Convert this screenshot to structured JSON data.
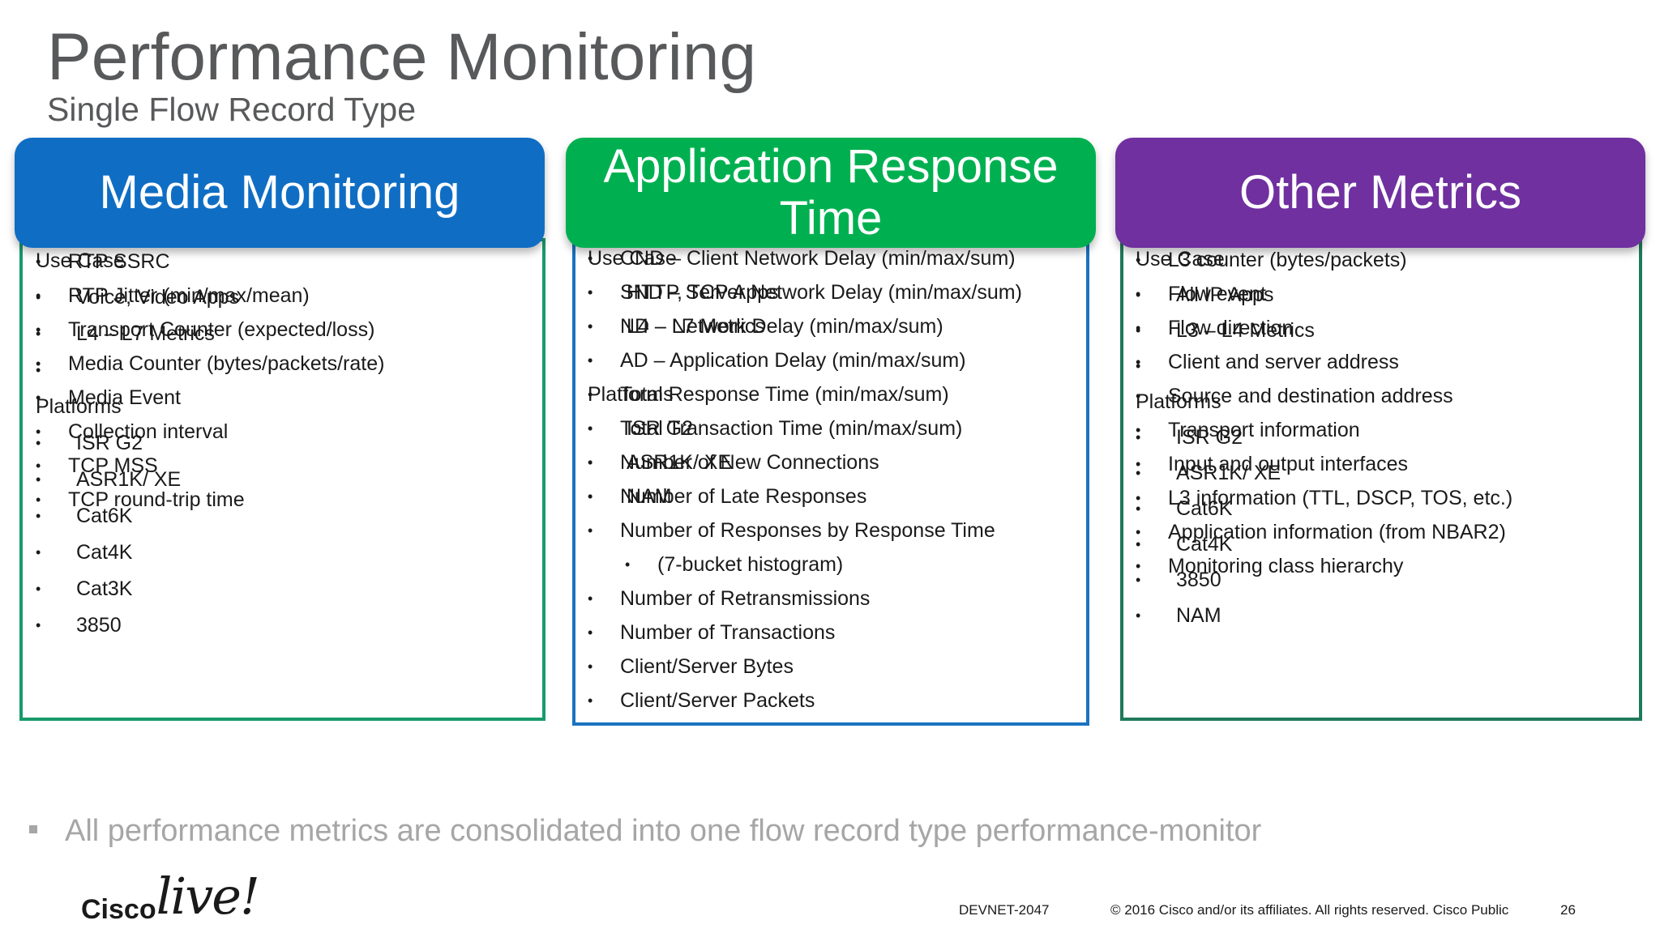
{
  "slide": {
    "title": "Performance Monitoring",
    "subtitle": "Single Flow Record Type"
  },
  "colors": {
    "media_header": "#0f6ec4",
    "art_header": "#00b050",
    "other_header": "#7030a0",
    "title_gray": "#58595b",
    "note_gray": "#a6a6a6"
  },
  "panels": [
    {
      "header": "Media Monitoring",
      "usecase_layer": [
        {
          "text": "Use Case",
          "kind": "label"
        },
        {
          "text": "Voice, Video Apps",
          "kind": "bullet"
        },
        {
          "text": "L4 – L7 Metrics",
          "kind": "bullet"
        },
        {
          "text": "",
          "kind": "bullet"
        },
        {
          "text": "Platforms",
          "kind": "label"
        },
        {
          "text": "ISR G2",
          "kind": "bullet"
        },
        {
          "text": "ASR1K/ XE",
          "kind": "bullet"
        },
        {
          "text": "Cat6K",
          "kind": "bullet"
        },
        {
          "text": "Cat4K",
          "kind": "bullet"
        },
        {
          "text": "Cat3K",
          "kind": "bullet"
        },
        {
          "text": "3850",
          "kind": "bullet"
        }
      ],
      "metrics_layer": [
        {
          "text": "RTP SSRC",
          "kind": "bullet"
        },
        {
          "text": "RTP Jitter (min/max/mean)",
          "kind": "bullet"
        },
        {
          "text": "Transport Counter (expected/loss)",
          "kind": "bullet"
        },
        {
          "text": "Media Counter (bytes/packets/rate)",
          "kind": "bullet"
        },
        {
          "text": "Media Event",
          "kind": "bullet"
        },
        {
          "text": "Collection interval",
          "kind": "bullet"
        },
        {
          "text": "TCP MSS",
          "kind": "bullet"
        },
        {
          "text": "TCP round-trip time",
          "kind": "bullet"
        }
      ]
    },
    {
      "header": "Application Response Time",
      "usecase_layer": [
        {
          "text": "Use Case",
          "kind": "label"
        },
        {
          "text": "HTTP, TCP Apps",
          "kind": "bullet"
        },
        {
          "text": "L4 – L7 Metrics",
          "kind": "bullet"
        },
        {
          "text": "",
          "kind": "bullet"
        },
        {
          "text": "Platforms",
          "kind": "label"
        },
        {
          "text": "ISR G2",
          "kind": "bullet"
        },
        {
          "text": "ASR1K/ XE",
          "kind": "bullet"
        },
        {
          "text": "NAM",
          "kind": "bullet"
        }
      ],
      "metrics_layer": [
        {
          "text": "CND – Client Network Delay (min/max/sum)",
          "kind": "bullet"
        },
        {
          "text": "SND – Server Network Delay (min/max/sum)",
          "kind": "bullet"
        },
        {
          "text": "ND – Network Delay (min/max/sum)",
          "kind": "bullet"
        },
        {
          "text": "AD – Application Delay (min/max/sum)",
          "kind": "bullet"
        },
        {
          "text": "Total Response Time (min/max/sum)",
          "kind": "bullet"
        },
        {
          "text": "Total Transaction Time (min/max/sum)",
          "kind": "bullet"
        },
        {
          "text": "Number of New Connections",
          "kind": "bullet"
        },
        {
          "text": "Number of Late Responses",
          "kind": "bullet"
        },
        {
          "text": "Number of Responses by Response Time",
          "kind": "bullet"
        },
        {
          "text": "(7-bucket histogram)",
          "kind": "sub"
        },
        {
          "text": "Number of Retransmissions",
          "kind": "bullet"
        },
        {
          "text": "Number of Transactions",
          "kind": "bullet"
        },
        {
          "text": "Client/Server Bytes",
          "kind": "bullet"
        },
        {
          "text": "Client/Server Packets",
          "kind": "bullet"
        }
      ]
    },
    {
      "header": "Other Metrics",
      "usecase_layer": [
        {
          "text": "Use Case",
          "kind": "label"
        },
        {
          "text": "All IP Apps",
          "kind": "bullet"
        },
        {
          "text": "L3 – L4 Metrics",
          "kind": "bullet"
        },
        {
          "text": "",
          "kind": "bullet"
        },
        {
          "text": "Platforms",
          "kind": "label"
        },
        {
          "text": "ISR G2",
          "kind": "bullet"
        },
        {
          "text": "ASR1K/ XE",
          "kind": "bullet"
        },
        {
          "text": "Cat6K",
          "kind": "bullet"
        },
        {
          "text": "Cat4K",
          "kind": "bullet"
        },
        {
          "text": "3850",
          "kind": "bullet"
        },
        {
          "text": "NAM",
          "kind": "bullet"
        }
      ],
      "metrics_layer": [
        {
          "text": "L3 counter (bytes/packets)",
          "kind": "bullet"
        },
        {
          "text": "Flow event",
          "kind": "bullet"
        },
        {
          "text": "Flow direction",
          "kind": "bullet"
        },
        {
          "text": "Client and server address",
          "kind": "bullet"
        },
        {
          "text": "Source and destination address",
          "kind": "bullet"
        },
        {
          "text": "Transport information",
          "kind": "bullet"
        },
        {
          "text": "Input and output interfaces",
          "kind": "bullet"
        },
        {
          "text": "L3 information (TTL, DSCP, TOS, etc.)",
          "kind": "bullet"
        },
        {
          "text": "Application information (from NBAR2)",
          "kind": "bullet"
        },
        {
          "text": "Monitoring class hierarchy",
          "kind": "bullet"
        }
      ]
    }
  ],
  "note": "All performance metrics are consolidated into one flow record type performance-monitor",
  "footer": {
    "logo_brand": "Cisco",
    "logo_event": "live!",
    "session_code": "DEVNET-2047",
    "copyright": "© 2016  Cisco and/or its affiliates. All rights reserved.   Cisco Public",
    "page_number": "26"
  }
}
